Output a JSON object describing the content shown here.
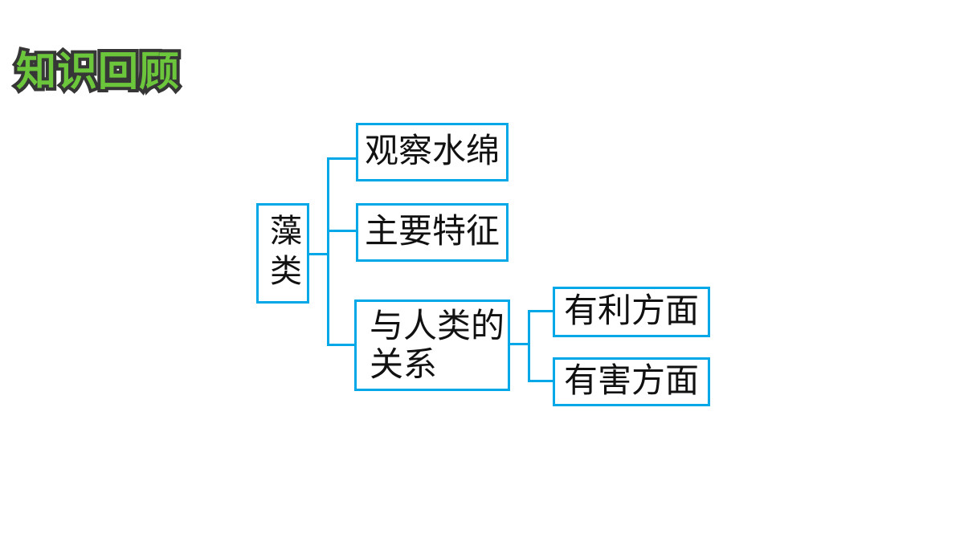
{
  "slide": {
    "title": "知识回顾",
    "background": "#ffffff"
  },
  "colors": {
    "connector_blue": "#00a8e8",
    "title_fill_green": "#6cc63c",
    "title_outline_gray": "#363636",
    "node_text_black": "#111111"
  },
  "diagram": {
    "type": "tree",
    "root": {
      "label": "藻类",
      "text_orientation": "vertical"
    },
    "children": [
      {
        "label": "观察水绵"
      },
      {
        "label": "主要特征"
      },
      {
        "label": "与人类的关系",
        "lines": [
          "与人类的",
          "关系"
        ],
        "children": [
          {
            "label": "有利方面"
          },
          {
            "label": "有害方面"
          }
        ]
      }
    ]
  }
}
